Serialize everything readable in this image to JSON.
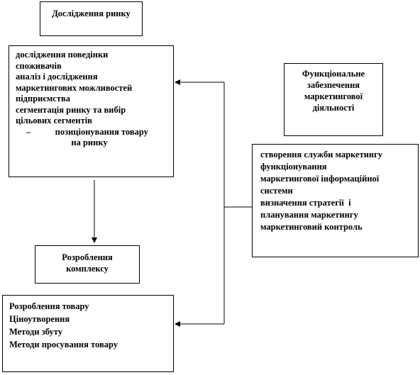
{
  "boxes": {
    "market_research": "Дослідження ринку",
    "research_tasks": [
      "дослідження поведінки",
      "споживачів",
      "аналіз і дослідження",
      "маркетингових можливостей",
      "підприємства",
      "сегментація ринку та вибір",
      "цільових сегментів",
      "–           позиціонування товару",
      "на ринку"
    ],
    "functional_support": "Функціональне забезпечення маркетингової діяльності",
    "functional_tasks": [
      "створення служби маркетингу",
      "функціонування",
      "маркетингової інформаційної",
      "системи",
      "визначення стратегії  і",
      "планування маркетингу",
      "маркетинговий контроль"
    ],
    "complex_development": "Розроблення комплексу",
    "complex_elements": [
      "Розроблення товару",
      "Ціноутворення",
      "Методи збуту",
      "Методи просування товару"
    ]
  }
}
